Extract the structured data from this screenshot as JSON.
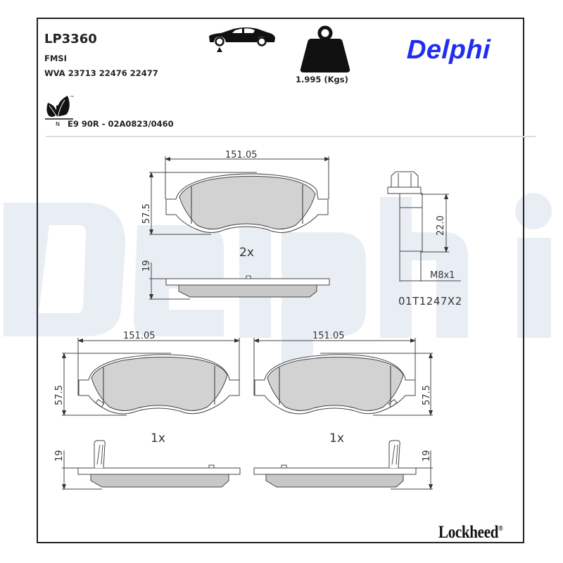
{
  "header": {
    "part_number": "LP3360",
    "fmsi_label": "FMSI",
    "wva": "WVA 23713 22476 22477",
    "weight": "1.995 (Kgs)",
    "approval": "E9 90R - 02A0823/0460",
    "eco_mark": "N",
    "icons": [
      "car-axle-front-icon",
      "weight-icon",
      "eco-leaf-icon"
    ]
  },
  "brand": {
    "logo_text": "Delphi",
    "color": "#1f2ef0",
    "watermark_color": "#e9eef5"
  },
  "footer": {
    "logo_text": "Lockheed",
    "registered": "®"
  },
  "drawings": {
    "top_pad": {
      "width_dim": "151.05",
      "height_dim": "57.5",
      "quantity": "2x",
      "thickness_dim": "19"
    },
    "bolt": {
      "length_dim": "22.0",
      "thread": "M8x1",
      "code": "01T1247X2"
    },
    "left_pad": {
      "width_dim": "151.05",
      "height_dim": "57.5",
      "quantity": "1x",
      "thickness_dim": "19"
    },
    "right_pad": {
      "width_dim": "151.05",
      "height_dim": "57.5",
      "quantity": "1x",
      "thickness_dim": "19"
    }
  }
}
